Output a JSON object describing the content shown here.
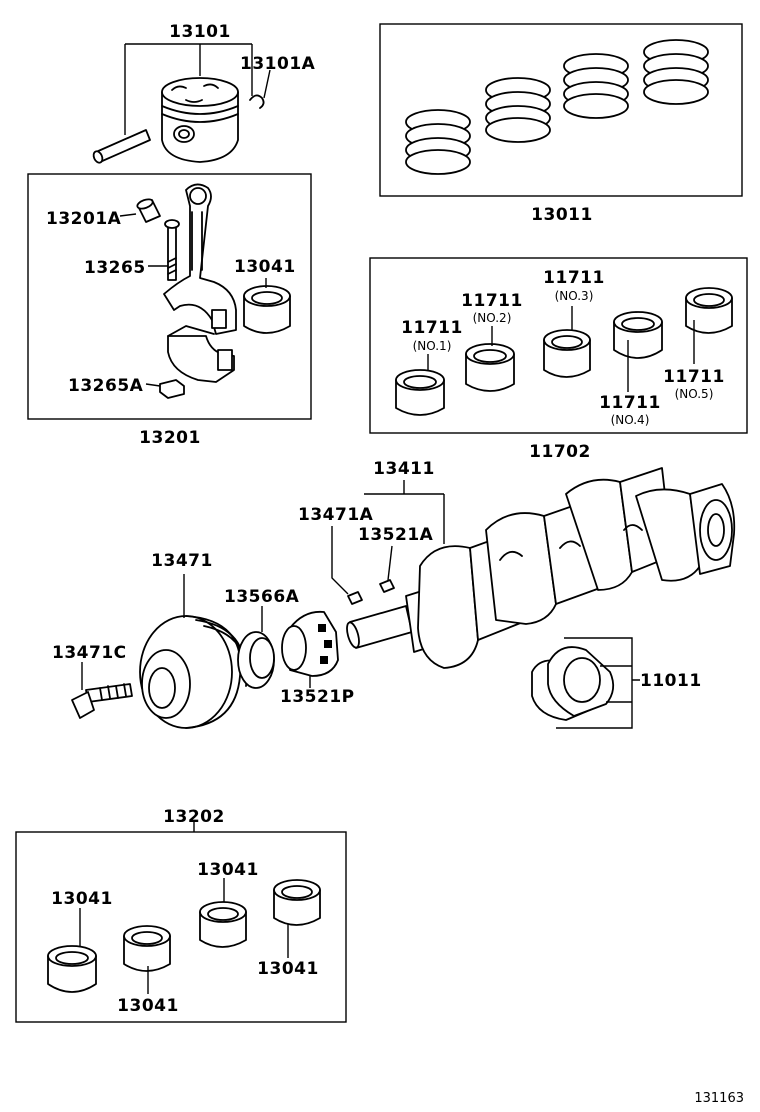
{
  "labels": {
    "p13101": "13101",
    "p13101A": "13101A",
    "p13011": "13011",
    "p13201A": "13201A",
    "p13265": "13265",
    "p13041_rod": "13041",
    "p13265A": "13265A",
    "p13201": "13201",
    "p11711_no1": "11711",
    "p11711_no2": "11711",
    "p11711_no3": "11711",
    "p11711_no4": "11711",
    "p11711_no5": "11711",
    "p11702": "11702",
    "p13411": "13411",
    "p13471A": "13471A",
    "p13521A": "13521A",
    "p13471": "13471",
    "p13566A": "13566A",
    "p13471C": "13471C",
    "p13521P": "13521P",
    "p11011": "11011",
    "p13202": "13202",
    "p13041_a": "13041",
    "p13041_b": "13041",
    "p13041_c": "13041",
    "p13041_d": "13041"
  },
  "sublabels": {
    "no1": "(NO.1)",
    "no2": "(NO.2)",
    "no3": "(NO.3)",
    "no4": "(NO.4)",
    "no5": "(NO.5)"
  },
  "figure_number": "131163"
}
